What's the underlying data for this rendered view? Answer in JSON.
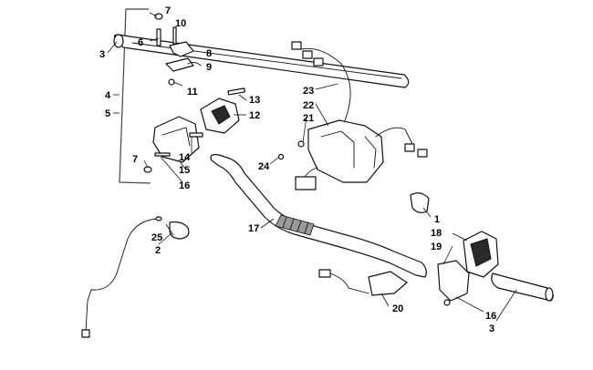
{
  "callouts": {
    "c7a": "7",
    "c10": "10",
    "c6": "6",
    "c8": "8",
    "c9": "9",
    "c3a": "3",
    "c11": "11",
    "c4": "4",
    "c5": "5",
    "c13": "13",
    "c12": "12",
    "c7b": "7",
    "c14": "14",
    "c15": "15",
    "c16a": "16",
    "c23": "23",
    "c22": "22",
    "c21": "21",
    "c24": "24",
    "c17": "17",
    "c25": "25",
    "c2": "2",
    "c1": "1",
    "c18": "18",
    "c19": "19",
    "c20": "20",
    "c16b": "16",
    "c3b": "3"
  }
}
